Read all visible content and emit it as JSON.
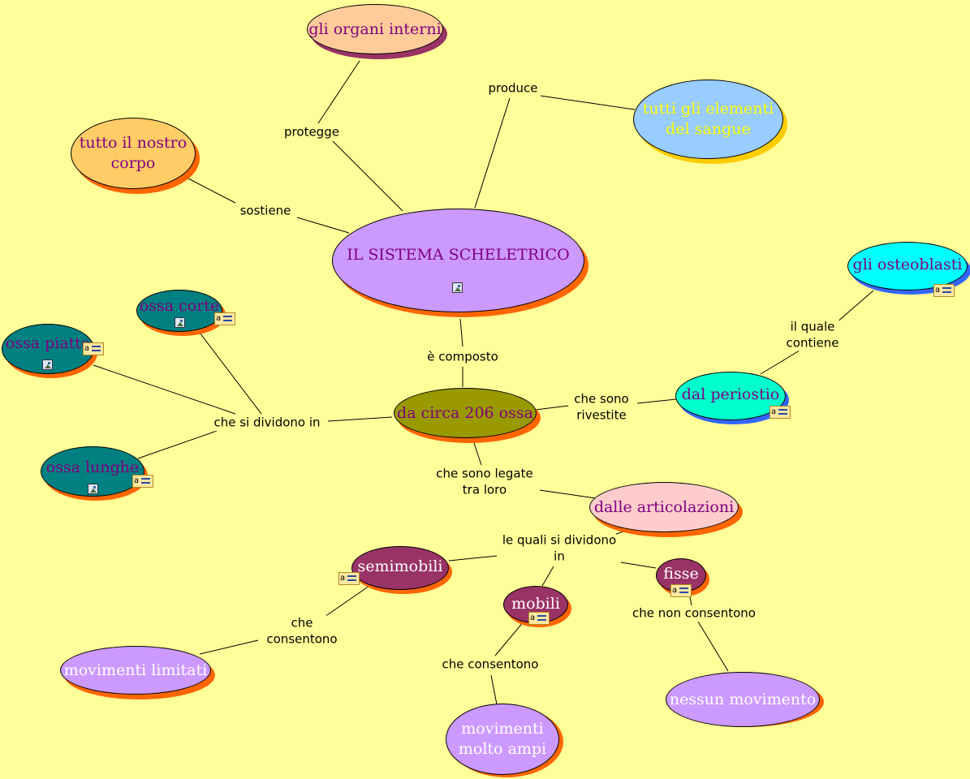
{
  "colors": {
    "background": "#ffff99",
    "violet": "#cc99ff",
    "violet_text": "#800080",
    "orange": "#ffcc66",
    "peach": "#ffcc99",
    "lightblue": "#99ccff",
    "cyan": "#00ffff",
    "teal": "#008080",
    "olive": "#999900",
    "pink": "#ffcccc",
    "maroon": "#993366"
  },
  "nodes": {
    "sistema": "IL SISTEMA SCHELETRICO",
    "organi": "gli organi interni",
    "corpo": [
      "tutto il nostro",
      "corpo"
    ],
    "sangue": [
      "tutti gli elementi",
      "del sangue"
    ],
    "ossa206": "da circa 206 ossa",
    "osteoblasti": "gli osteoblasti",
    "periostio": "dal periostio",
    "corte": "ossa corte",
    "piatte": "ossa piatte",
    "lunghe": "ossa lunghe",
    "articolazioni": "dalle articolazioni",
    "semimobili": "semimobili",
    "mobili": "mobili",
    "fisse": "fisse",
    "limitati": "movimenti limitati",
    "ampi": [
      "movimenti",
      "molto ampi"
    ],
    "nessuno": "nessun movimento"
  },
  "links": {
    "protegge": "protegge",
    "produce": "produce",
    "sostiene": "sostiene",
    "composto": "è composto",
    "quale": [
      "il quale",
      "contiene"
    ],
    "rivestite": [
      "che sono",
      "rivestite"
    ],
    "dividono": "che si dividono in",
    "legate": [
      "che sono legate",
      "tra loro"
    ],
    "quali": [
      "le quali si dividono",
      "in"
    ],
    "consentono_semi": [
      "che",
      "consentono"
    ],
    "consentono_mob": "che consentono",
    "non_consentono": "che non consentono"
  },
  "icons": {
    "image": "image-resource-icon",
    "note": "annotation-note-icon"
  }
}
